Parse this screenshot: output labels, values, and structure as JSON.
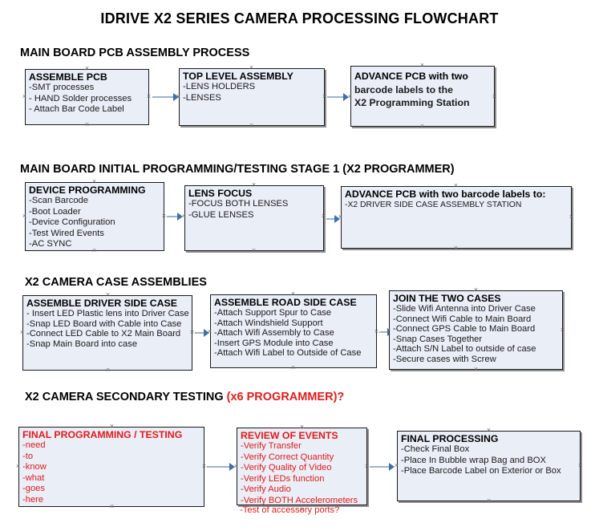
{
  "title": "IDRIVE X2  SERIES CAMERA PROCESSING FLOWCHART",
  "colors": {
    "box_fill": "#e9eef7",
    "box_border": "#1a1a1a",
    "box_shadow": "#8f8f8f",
    "accent_red": "#e01b1b",
    "connector_line": "#9bb4c9",
    "connector_head": "#3f6fa8",
    "text": "#000000",
    "handle": "#6d6d6d",
    "background": "#ffffff"
  },
  "sections": [
    {
      "id": "main-board-pcb-assembly",
      "heading": "MAIN BOARD PCB ASSEMBLY PROCESS",
      "heading_accent": "",
      "boxes": [
        {
          "id": "assemble-pcb",
          "head": "ASSEMBLE PCB",
          "lines": [
            "-SMT processes",
            "- HAND Solder processes",
            "- Attach Bar Code Label"
          ]
        },
        {
          "id": "top-level-assembly",
          "head": "TOP LEVEL ASSEMBLY",
          "lines": [
            "-LENS HOLDERS",
            "-LENSES"
          ]
        },
        {
          "id": "advance-pcb-to-x2-programming-station",
          "head": "ADVANCE PCB with two",
          "lines": [
            "barcode labels to the",
            " X2 Programming Station"
          ]
        }
      ]
    },
    {
      "id": "main-board-initial-programming",
      "heading": "MAIN BOARD INITIAL PROGRAMMING/TESTING STAGE 1 (X2 PROGRAMMER)",
      "heading_accent": "",
      "boxes": [
        {
          "id": "device-programming",
          "head": "DEVICE PROGRAMMING",
          "lines": [
            "-Scan Barcode",
            "-Boot Loader",
            "-Device Configuration",
            "-Test Wired Events",
            "-AC SYNC"
          ]
        },
        {
          "id": "lens-focus",
          "head": "LENS FOCUS",
          "lines": [
            "-FOCUS BOTH LENSES",
            "-GLUE LENSES"
          ]
        },
        {
          "id": "advance-pcb-to-driver-side-case-station",
          "head": "ADVANCE PCB with two barcode labels to:",
          "lines": [
            "-X2 DRIVER  SIDE  CASE  ASSEMBLY STATION"
          ]
        }
      ]
    },
    {
      "id": "x2-camera-case-assemblies",
      "heading": "X2 CAMERA CASE ASSEMBLIES",
      "heading_accent": "",
      "boxes": [
        {
          "id": "assemble-driver-side-case",
          "head": "ASSEMBLE DRIVER SIDE CASE",
          "lines": [
            "- Insert LED Plastic lens into Driver Case",
            "-Snap LED Board with Cable into Case",
            "-Connect LED Cable to X2 Main Board",
            "-Snap Main Board into case"
          ]
        },
        {
          "id": "assemble-road-side-case",
          "head": "ASSEMBLE ROAD SIDE CASE",
          "lines": [
            "-Attach Support Spur to Case",
            "-Attach Windshield Support",
            "-Attach Wifi Assembly to Case",
            "-Insert GPS Module into Case",
            "-Attach Wifi Label to Outside of Case"
          ]
        },
        {
          "id": "join-the-two-cases",
          "head": "JOIN THE TWO CASES",
          "lines": [
            "-Slide Wifi Antenna into Driver Case",
            "-Connect Wifi Cable to Main Board",
            "-Connect GPS Cable to Main Board",
            "-Snap Cases Together",
            "-Attach S/N Label to outside of case",
            "-Secure cases with Screw"
          ]
        }
      ]
    },
    {
      "id": "x2-camera-secondary-testing",
      "heading": "X2 CAMERA SECONDARY TESTING ",
      "heading_accent": "(x6 PROGRAMMER)?",
      "boxes": [
        {
          "id": "final-programming-testing",
          "head": "FINAL PROGRAMMING / TESTING",
          "lines": [
            "-need",
            "-to",
            "-know",
            "-what",
            "-goes",
            "-here"
          ]
        },
        {
          "id": "review-of-events",
          "head": "REVIEW OF EVENTS",
          "lines": [
            "-Verify Transfer",
            "-Verify Correct Quantity",
            "-Verify Quality of Video",
            "-Verify LEDs function",
            "-Verify Audio",
            "-Verify BOTH Accelerometers"
          ],
          "overflow_line": "-Test of accessory ports?"
        },
        {
          "id": "final-processing",
          "head": "FINAL PROCESSING",
          "lines": [
            " -Check Final Box",
            "-Place In Bubble wrap Bag and BOX",
            "-Place Barcode Label on Exterior or Box"
          ]
        }
      ]
    }
  ]
}
